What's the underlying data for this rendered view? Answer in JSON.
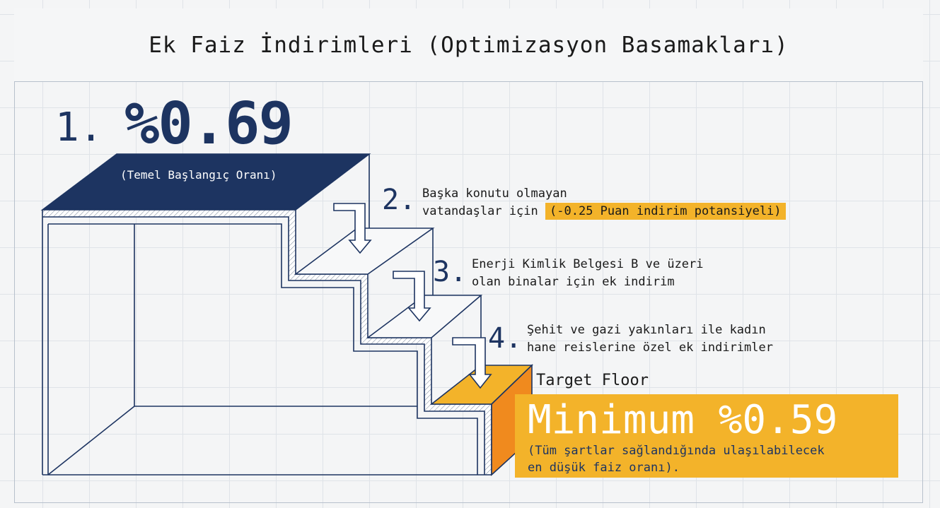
{
  "title": "Ek Faiz İndirimleri (Optimizasyon Basamakları)",
  "colors": {
    "navy": "#1d3461",
    "orange": "#f3b32a",
    "orange_side": "#f08a1e"
  },
  "step1": {
    "number": "1.",
    "value": "%0.69",
    "caption": "(Temel Başlangıç Oranı)"
  },
  "step2": {
    "number": "2.",
    "line1": "Başka konutu olmayan",
    "line2": "vatandaşlar için",
    "highlight": "(-0.25 Puan indirim potansiyeli)"
  },
  "step3": {
    "number": "3.",
    "line1": "Enerji Kimlik Belgesi B ve üzeri",
    "line2": "olan binalar için ek indirim"
  },
  "step4": {
    "number": "4.",
    "line1": "Şehit ve gazi yakınları ile kadın",
    "line2": "hane reislerine özel ek indirimler"
  },
  "target": {
    "label": "Target Floor",
    "value": "Minimum %0.59",
    "note1": "(Tüm şartlar sağlandığında ulaşılabilecek",
    "note2": "en düşük faiz oranı)."
  }
}
